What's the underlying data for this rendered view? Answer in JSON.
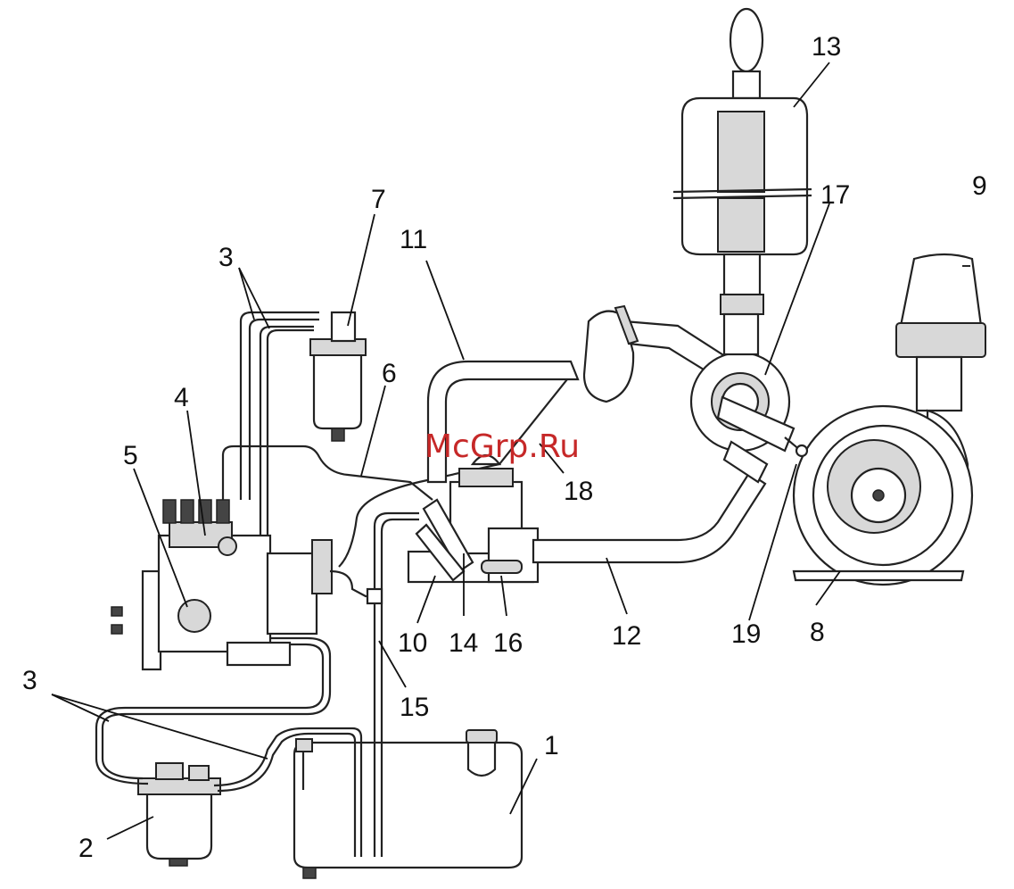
{
  "watermark": "McGrp.Ru",
  "callouts": {
    "c1": "1",
    "c2": "2",
    "c3a": "3",
    "c3b": "3",
    "c4": "4",
    "c5": "5",
    "c6": "6",
    "c7": "7",
    "c8": "8",
    "c9": "9",
    "c10": "10",
    "c11": "11",
    "c12": "12",
    "c13": "13",
    "c14": "14",
    "c15": "15",
    "c16": "16",
    "c17": "17",
    "c18": "18",
    "c19": "19"
  }
}
